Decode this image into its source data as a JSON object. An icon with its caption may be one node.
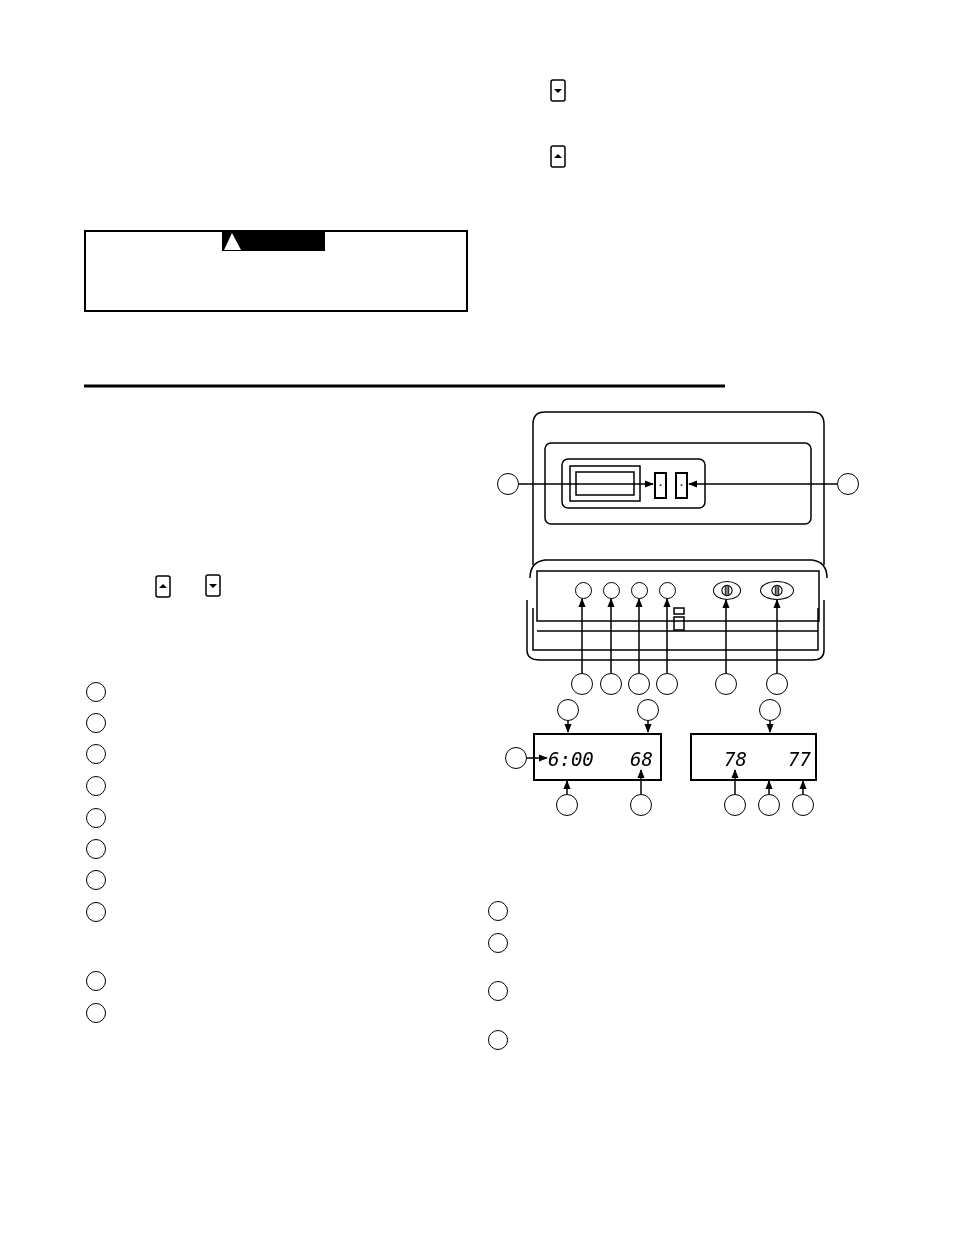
{
  "diagram": {
    "nodes": [
      {
        "text": [],
        "shape": "circle"
      },
      {
        "text": [],
        "shape": "box"
      },
      {
        "text": [],
        "shape": "box"
      },
      {
        "text": [],
        "shape": "circle"
      },
      {
        "text": [],
        "shape": "circle"
      },
      {
        "text": [],
        "shape": "circle"
      },
      {
        "text": [],
        "shape": "circle"
      },
      {
        "text": [],
        "shape": "circle"
      },
      {
        "text": [],
        "shape": "circle"
      },
      {
        "text": [],
        "shape": "circle"
      },
      {
        "text": [],
        "shape": "circle"
      },
      {
        "text": [],
        "shape": "circle"
      },
      {
        "text": [],
        "shape": "circle"
      },
      {
        "text": [],
        "shape": "circle"
      },
      {
        "text": [],
        "shape": "switch"
      },
      {
        "text": [],
        "shape": "switch"
      },
      {
        "text": [],
        "shape": "box"
      },
      {
        "text": [
          "6:00"
        ],
        "in": 16
      },
      {
        "text": [
          "68"
        ],
        "in": 16
      },
      {
        "text": [],
        "shape": "box"
      },
      {
        "text": [
          "78"
        ],
        "in": 19
      },
      {
        "text": [
          "77"
        ],
        "in": 19
      },
      {
        "text": [],
        "shape": "circle"
      },
      {
        "text": [],
        "shape": "circle"
      },
      {
        "text": [],
        "shape": "circle"
      },
      {
        "text": [],
        "shape": "circle"
      },
      {
        "text": [],
        "shape": "circle"
      },
      {
        "text": [],
        "shape": "circle"
      },
      {
        "text": [],
        "shape": "circle"
      },
      {
        "text": [],
        "shape": "circle"
      },
      {
        "text": [],
        "shape": "circle"
      },
      {
        "text": [],
        "shape": "circle"
      },
      {
        "text": [],
        "shape": "circle"
      },
      {
        "text": [],
        "shape": "circle"
      },
      {
        "text": [],
        "shape": "circle"
      },
      {
        "text": [],
        "shape": "circle"
      },
      {
        "text": [],
        "shape": "circle"
      },
      {
        "text": [],
        "shape": "circle"
      },
      {
        "text": [],
        "shape": "circle"
      },
      {
        "text": [],
        "shape": "circle"
      },
      {
        "text": [],
        "shape": "circle"
      },
      {
        "text": [],
        "shape": "circle"
      },
      {
        "text": [],
        "shape": "circle"
      },
      {
        "text": [],
        "shape": "circle"
      },
      {
        "text": [],
        "shape": "circle"
      }
    ],
    "edges": [
      {
        "from": 0,
        "to": 1,
        "arrow": "to"
      },
      {
        "from": 3,
        "to": 2,
        "arrow": "to"
      },
      {
        "from": 4,
        "to": 10,
        "arrow": "to"
      },
      {
        "from": 5,
        "to": 11,
        "arrow": "to"
      },
      {
        "from": 6,
        "to": 12,
        "arrow": "to"
      },
      {
        "from": 7,
        "to": 13,
        "arrow": "to"
      },
      {
        "from": 8,
        "to": 14,
        "arrow": "to"
      },
      {
        "from": 9,
        "to": 15,
        "arrow": "to"
      },
      {
        "from": 22,
        "to": 16,
        "arrow": "to"
      },
      {
        "from": 23,
        "to": 16,
        "arrow": "to"
      },
      {
        "from": 24,
        "to": 19,
        "arrow": "to"
      },
      {
        "from": 25,
        "to": 17,
        "arrow": "to"
      },
      {
        "from": 26,
        "to": 16,
        "arrow": "to"
      },
      {
        "from": 27,
        "to": 18,
        "arrow": "to"
      },
      {
        "from": 28,
        "to": 20,
        "arrow": "to"
      },
      {
        "from": 29,
        "to": 19,
        "arrow": "to"
      },
      {
        "from": 30,
        "to": 19,
        "arrow": "to"
      }
    ]
  }
}
